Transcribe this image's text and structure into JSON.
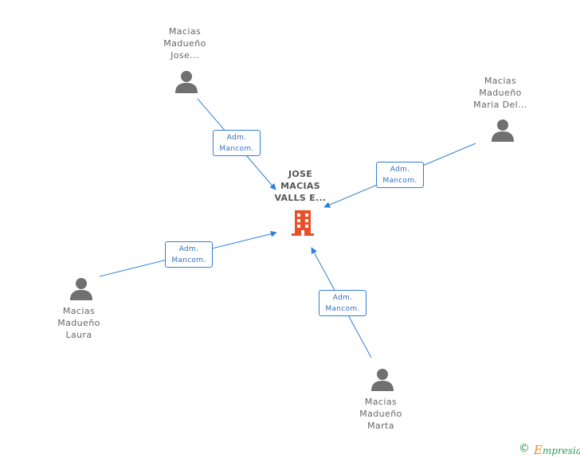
{
  "company": {
    "name_lines": [
      "JOSE",
      "MACIAS",
      "VALLS E..."
    ],
    "icon": "building-icon",
    "color": "#e8502a"
  },
  "people": [
    {
      "id": "jose",
      "name_lines": [
        "Macias",
        "Madueño",
        "Jose..."
      ],
      "icon": "person-icon",
      "relation": [
        "Adm.",
        "Mancom."
      ]
    },
    {
      "id": "maria",
      "name_lines": [
        "Macias",
        "Madueño",
        "Maria Del..."
      ],
      "icon": "person-icon",
      "relation": [
        "Adm.",
        "Mancom."
      ]
    },
    {
      "id": "laura",
      "name_lines": [
        "Macias",
        "Madueño",
        "Laura"
      ],
      "icon": "person-icon",
      "relation": [
        "Adm.",
        "Mancom."
      ]
    },
    {
      "id": "marta",
      "name_lines": [
        "Macias",
        "Madueño",
        "Marta"
      ],
      "icon": "person-icon",
      "relation": [
        "Adm.",
        "Mancom."
      ]
    }
  ],
  "colors": {
    "edge": "#2f7fd8",
    "person": "#707070",
    "label": "#666666"
  },
  "footer": {
    "copyright": "©",
    "brand_initial": "E",
    "brand_rest": "mpresia"
  }
}
